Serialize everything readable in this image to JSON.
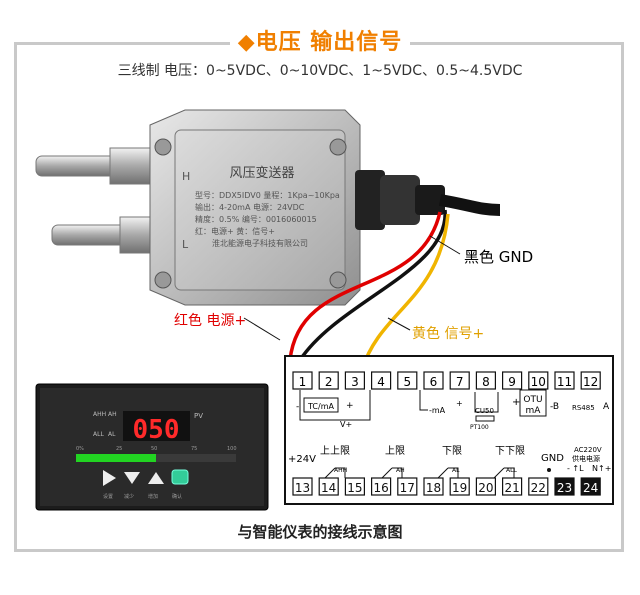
{
  "header": {
    "title": "◆电压 输出信号",
    "subtitle": "三线制 电压：0~5VDC、0~10VDC、1~5VDC、0.5~4.5VDC"
  },
  "sensor": {
    "name": "风压变送器",
    "left_port": "H",
    "right_port": "L",
    "lines": [
      "型号：DDX5IDV0  量程：1Kpa~10Kpa",
      "输出：4-20mA    电源：24VDC",
      "精度：0.5%      编号：0016060015",
      "红：电源+       黄：信号+",
      "淮北能源电子科技有限公司"
    ]
  },
  "wires": {
    "black": "黑色 GND",
    "red": "红色 电源+",
    "yellow": "黄色 信号+"
  },
  "meter": {
    "display_value": "050",
    "pv": "PV",
    "indicators": [
      "AHH",
      "AH",
      "ALL",
      "AL"
    ],
    "bar_scale": [
      "0%",
      "25",
      "50",
      "75",
      "100"
    ],
    "bar_fill": 0.5,
    "buttons": [
      "设置",
      "减少",
      "增加",
      "确认"
    ]
  },
  "terminal": {
    "top": [
      "1",
      "2",
      "3",
      "4",
      "5",
      "6",
      "7",
      "8",
      "9",
      "10",
      "11",
      "12"
    ],
    "bottom": [
      "13",
      "14",
      "15",
      "16",
      "17",
      "18",
      "19",
      "20",
      "21",
      "22",
      "23",
      "24"
    ],
    "tcma": "TC/mA",
    "minus": "-",
    "plus": "+",
    "vplus": "V+",
    "ma": "-mA",
    "cu50": "CU50",
    "pt100": "PT100",
    "otu": "OTU",
    "otu_ma": "mA",
    "b": "-B",
    "rs485": "RS485",
    "a": "A",
    "p24v": "+24V",
    "upup": "上上限",
    "up": "上限",
    "down": "下限",
    "downdown": "下下限",
    "gnd": "GND",
    "ac220": "AC220V",
    "power": "供电电源",
    "l": "-   ↑L",
    "n": "N↑+",
    "ahh": "AHH",
    "ah": "AH",
    "al": "AL",
    "all": "ALL"
  },
  "caption": "与智能仪表的接线示意图",
  "colors": {
    "accent": "#f07f00",
    "red": "#e00000",
    "yellow": "#f0b400",
    "black": "#111111"
  }
}
